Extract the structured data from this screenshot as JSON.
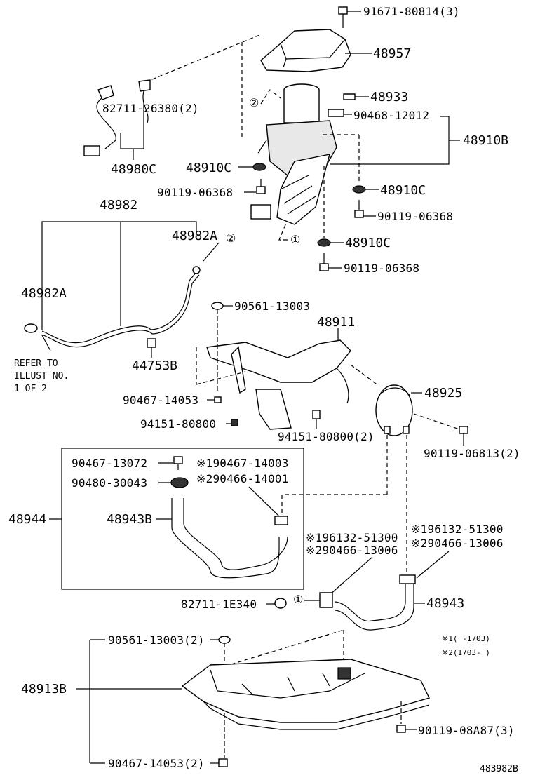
{
  "labels": {
    "p91671": "91671-80814(3)",
    "p48957": "48957",
    "p48933": "48933",
    "p90468": "90468-12012",
    "p48910B": "48910B",
    "p82711a": "82711-26380(2)",
    "p48980C": "48980C",
    "p48910C_left": "48910C",
    "p90119_left": "90119-06368",
    "p48910C_right": "48910C",
    "p90119_right": "90119-06368",
    "p48910C_low": "48910C",
    "p90119_low": "90119-06368",
    "p48982": "48982",
    "p48982A_right": "48982A",
    "p48982A_left": "48982A",
    "refer_1": "REFER TO",
    "refer_2": "ILLUST NO.",
    "refer_3": "1 OF 2",
    "p44753B": "44753B",
    "p90561_top": "90561-13003",
    "p48911": "48911",
    "p90467_mid": "90467-14053",
    "p94151_left": "94151-80800",
    "p48925": "48925",
    "p94151_right": "94151-80800(2)",
    "p90119_06813": "90119-06813(2)",
    "p90467_13072": "90467-13072",
    "p90480": "90480-30043",
    "kit_note1": "※190467-14003",
    "kit_note2": "※290466-14001",
    "p48944": "48944",
    "p48943B": "48943B",
    "mid_note1": "※196132-51300",
    "mid_note2": "※290466-13006",
    "right_note1": "※196132-51300",
    "right_note2": "※290466-13006",
    "p82711_1E": "82711-1E340",
    "p48943": "48943",
    "p90561_bottom": "90561-13003(2)",
    "legend1": "※1(     -1703)",
    "legend2": "※2(1703-     )",
    "p48913B": "48913B",
    "p90119_08A87": "90119-08A87(3)",
    "p90467_bottom": "90467-14053(2)",
    "ref_code": "483982B",
    "circ1_a": "①",
    "circ2_a": "②",
    "circ1_b": "①",
    "circ2_b": "②"
  }
}
